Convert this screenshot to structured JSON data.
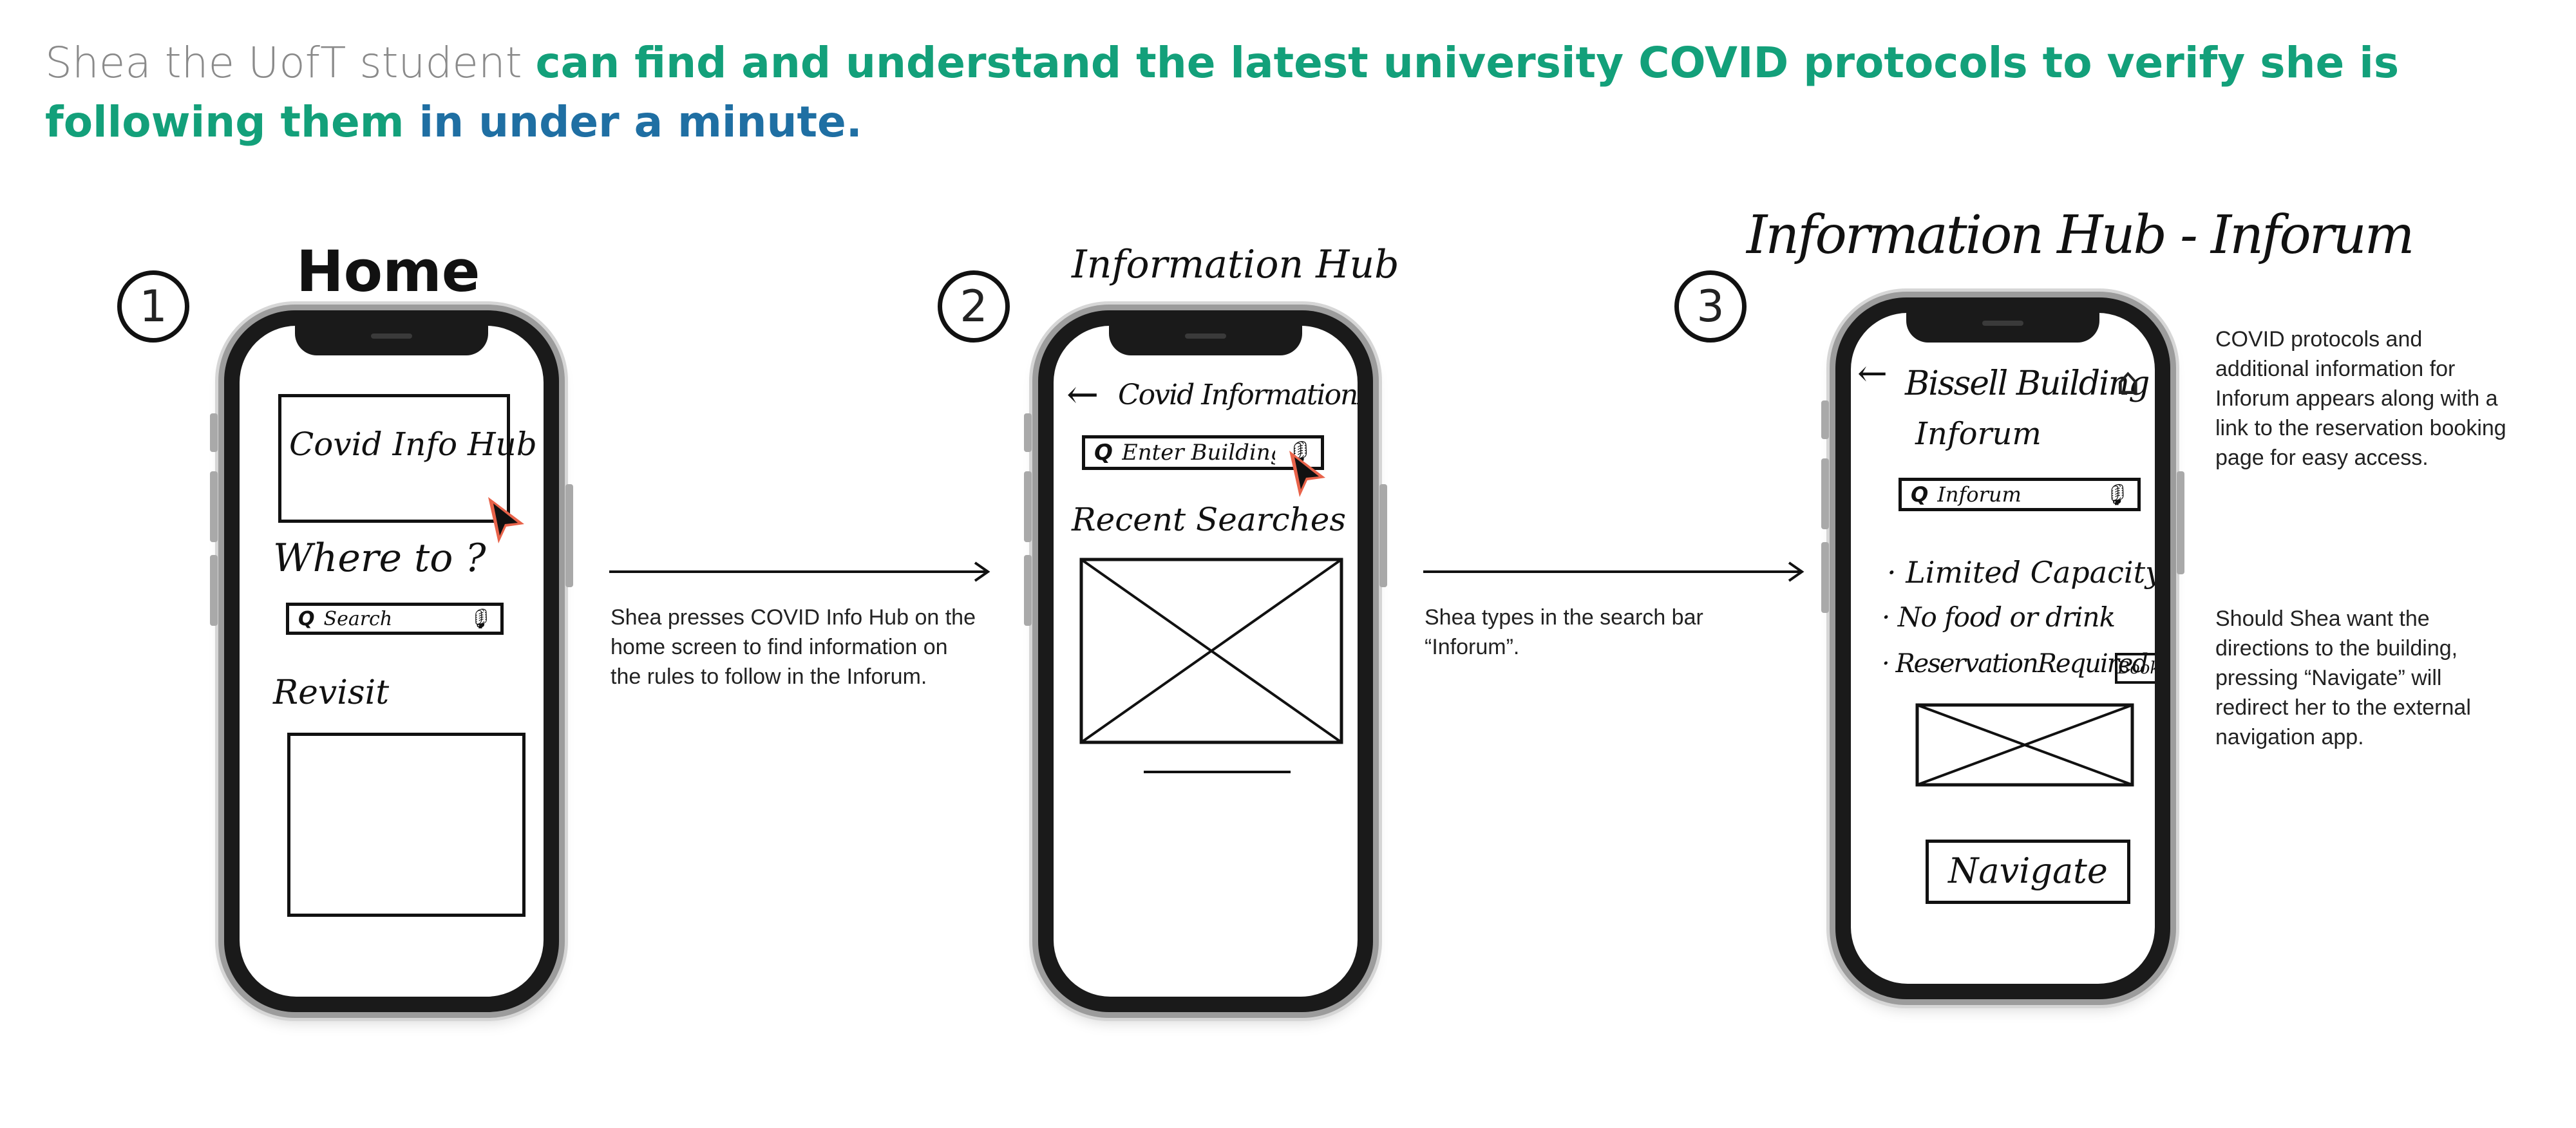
{
  "headline": {
    "intro": "Shea the UofT student ",
    "goal": "can find and understand the latest university COVID protocols to verify she is following them",
    "time": " in under a minute."
  },
  "steps": [
    {
      "number": "1",
      "title": "Home",
      "screen": {
        "button_label": "Covid Info Hub",
        "prompt": "Where to ?",
        "search_label": "Search",
        "section": "Revisit"
      }
    },
    {
      "number": "2",
      "title": "Information Hub",
      "screen": {
        "back": "←",
        "header": "Covid InformationHub",
        "search_label": "Enter Building",
        "section": "Recent Searches"
      }
    },
    {
      "number": "3",
      "title": "Information Hub - Inforum",
      "screen": {
        "back": "←",
        "header": "Bissell Building",
        "subheader": "Inforum",
        "search_label": "Inforum",
        "bullets": [
          "Limited Capacity",
          "No food or drink",
          "ReservationRequired"
        ],
        "book": "Book",
        "navigate": "Navigate"
      }
    }
  ],
  "captions": {
    "step1": "Shea presses COVID Info Hub on the home screen to find information on the rules to follow in the Inforum.",
    "step2": "Shea types in the search bar “Inforum”.",
    "note1": "COVID protocols and additional information for Inforum appears along with a link to the reservation booking page for easy access.",
    "note2": "Should Shea want the directions to the building, pressing “Navigate” will redirect her to the external navigation app."
  },
  "icons": {
    "search": "Q",
    "mic": "🎙",
    "home": "⌂"
  },
  "colors": {
    "goal_text": "#13a07a",
    "time_text": "#1f6fa3",
    "intro_text": "#8a8a8a",
    "cursor_fill": "#e8634a"
  }
}
